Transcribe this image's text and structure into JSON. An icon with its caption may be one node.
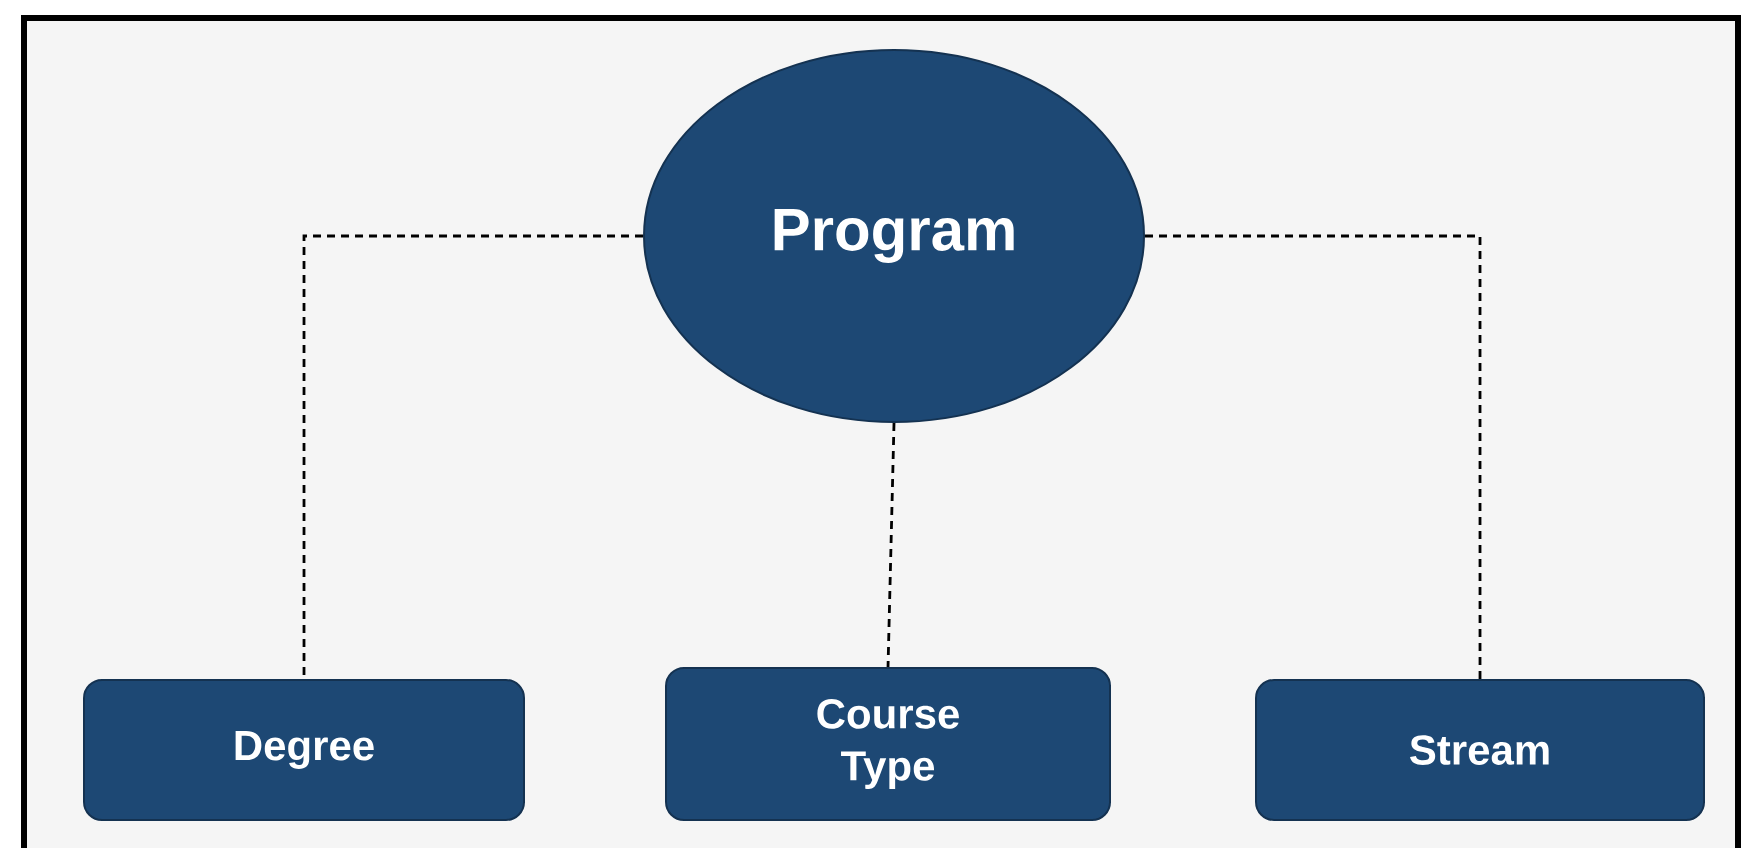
{
  "diagram": {
    "nodes": [
      {
        "text": [
          "Program"
        ]
      },
      {
        "text": [
          "Degree"
        ]
      },
      {
        "text": [
          "Course Type"
        ]
      },
      {
        "text": [
          "Stream"
        ]
      }
    ],
    "edges": [
      {
        "from": 0,
        "to": 1,
        "arrow": "none",
        "style": "dashed"
      },
      {
        "from": 0,
        "to": 2,
        "arrow": "none",
        "style": "dashed"
      },
      {
        "from": 0,
        "to": 3,
        "arrow": "none",
        "style": "dashed"
      }
    ]
  }
}
